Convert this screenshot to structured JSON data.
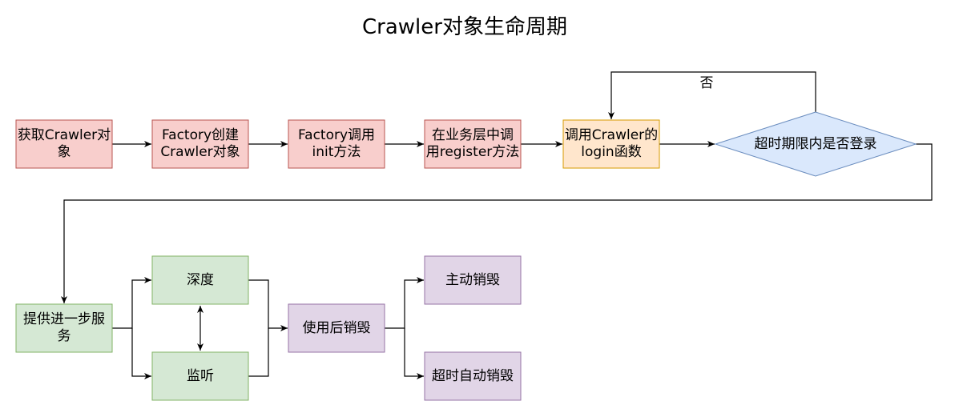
{
  "title": "Crawler对象生命周期",
  "colors": {
    "red_fill": "#f8cecc",
    "red_stroke": "#b85450",
    "orange_fill": "#ffe6cc",
    "orange_stroke": "#d79b00",
    "blue_fill": "#dae8fc",
    "blue_stroke": "#6c8ebf",
    "green_fill": "#d5e8d4",
    "green_stroke": "#82b366",
    "purple_fill": "#e1d5e7",
    "purple_stroke": "#9673a6"
  },
  "nodes": {
    "get_crawler": [
      "获取Crawler对",
      "象"
    ],
    "factory_create": [
      "Factory创建",
      "Crawler对象"
    ],
    "factory_init": [
      "Factory调用",
      "init方法"
    ],
    "business_register": [
      "在业务层中调",
      "用register方法"
    ],
    "call_login": [
      "调用Crawler的",
      "login函数"
    ],
    "timeout_check": [
      "超时期限内是否登录"
    ],
    "provide_service": [
      "提供进一步服",
      "务"
    ],
    "depth": [
      "深度"
    ],
    "listen": [
      "监听"
    ],
    "destroy_after_use": [
      "使用后销毁"
    ],
    "active_destroy": [
      "主动销毁"
    ],
    "timeout_destroy": [
      "超时自动销毁"
    ]
  },
  "edge_labels": {
    "no": "否"
  }
}
